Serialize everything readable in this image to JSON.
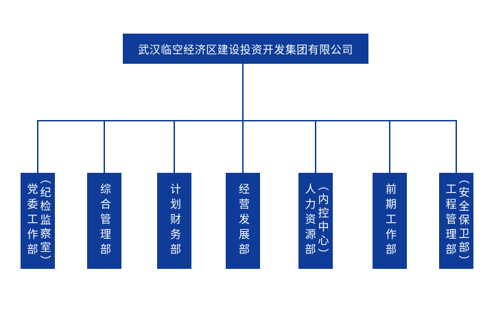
{
  "title": "武汉临空经济区建设投资开发集团有限公司",
  "colors": {
    "primary": "#0e3c98",
    "node_text": "#ffffff",
    "background": "#ffffff"
  },
  "departments": [
    {
      "name": "党委工作部",
      "annotation": "（纪检监察室）"
    },
    {
      "name": "综合管理部"
    },
    {
      "name": "计划财务部"
    },
    {
      "name": "经营发展部"
    },
    {
      "name": "人力资源部",
      "annotation": "（内控中心）"
    },
    {
      "name": "前期工作部"
    },
    {
      "name": "工程管理部",
      "annotation": "（安全保卫部）"
    }
  ]
}
